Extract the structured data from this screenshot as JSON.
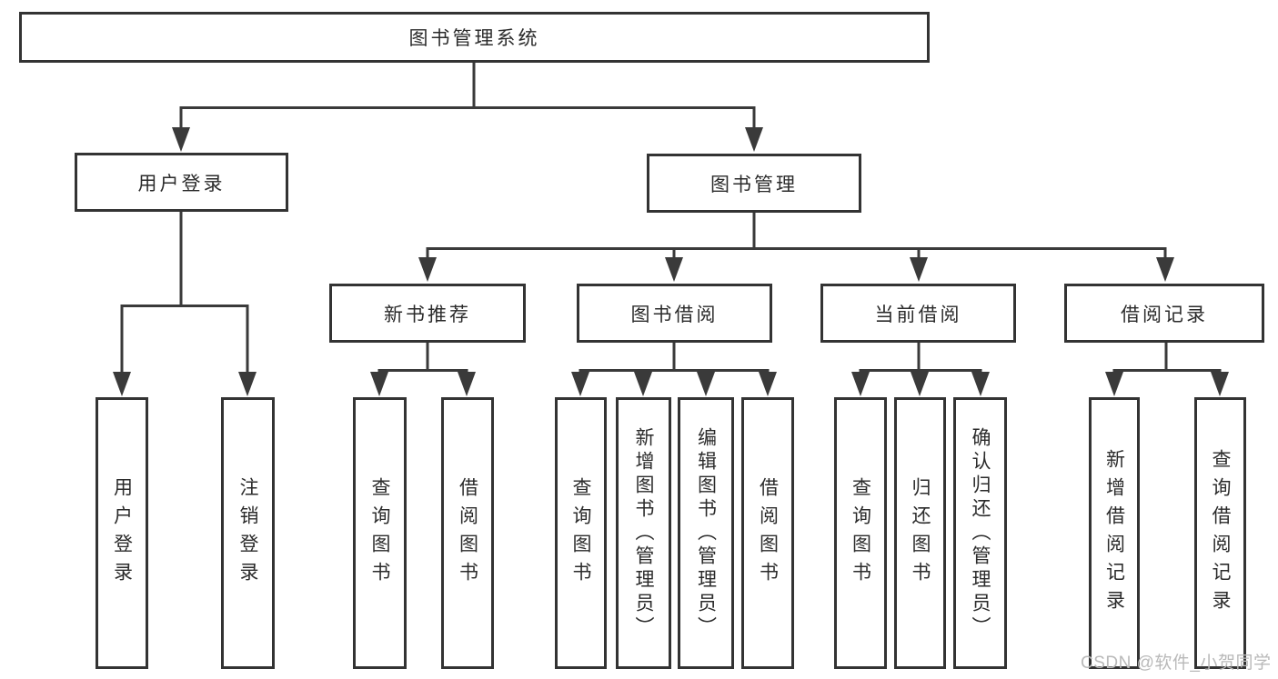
{
  "diagram_title": "图书管理系统",
  "nodes": {
    "root": "图书管理系统",
    "user_login": "用户登录",
    "book_mgmt": "图书管理",
    "login": "用户登录",
    "logout": "注销登录",
    "new_book_rec": "新书推荐",
    "book_borrow": "图书借阅",
    "current_borrow": "当前借阅",
    "borrow_records": "借阅记录",
    "nbr_query": "查询图书",
    "nbr_borrow": "借阅图书",
    "bb_query": "查询图书",
    "bb_add": "新增图书（管理员）",
    "bb_edit": "编辑图书（管理员）",
    "bb_borrow": "借阅图书",
    "cb_query": "查询图书",
    "cb_return": "归还图书",
    "cb_confirm": "确认归还（管理员）",
    "br_add": "新增借阅记录",
    "br_query": "查询借阅记录"
  },
  "hierarchy": {
    "root": [
      "user_login",
      "book_mgmt"
    ],
    "user_login": [
      "login",
      "logout"
    ],
    "book_mgmt": [
      "new_book_rec",
      "book_borrow",
      "current_borrow",
      "borrow_records"
    ],
    "new_book_rec": [
      "nbr_query",
      "nbr_borrow"
    ],
    "book_borrow": [
      "bb_query",
      "bb_add",
      "bb_edit",
      "bb_borrow"
    ],
    "current_borrow": [
      "cb_query",
      "cb_return",
      "cb_confirm"
    ],
    "borrow_records": [
      "br_add",
      "br_query"
    ]
  },
  "watermark": "CSDN @软件_小贺同学",
  "colors": {
    "line": "#3a3a3a",
    "box_border": "#333333",
    "text": "#2b2b2b",
    "watermark": "#b9b9b9",
    "background": "#ffffff"
  }
}
